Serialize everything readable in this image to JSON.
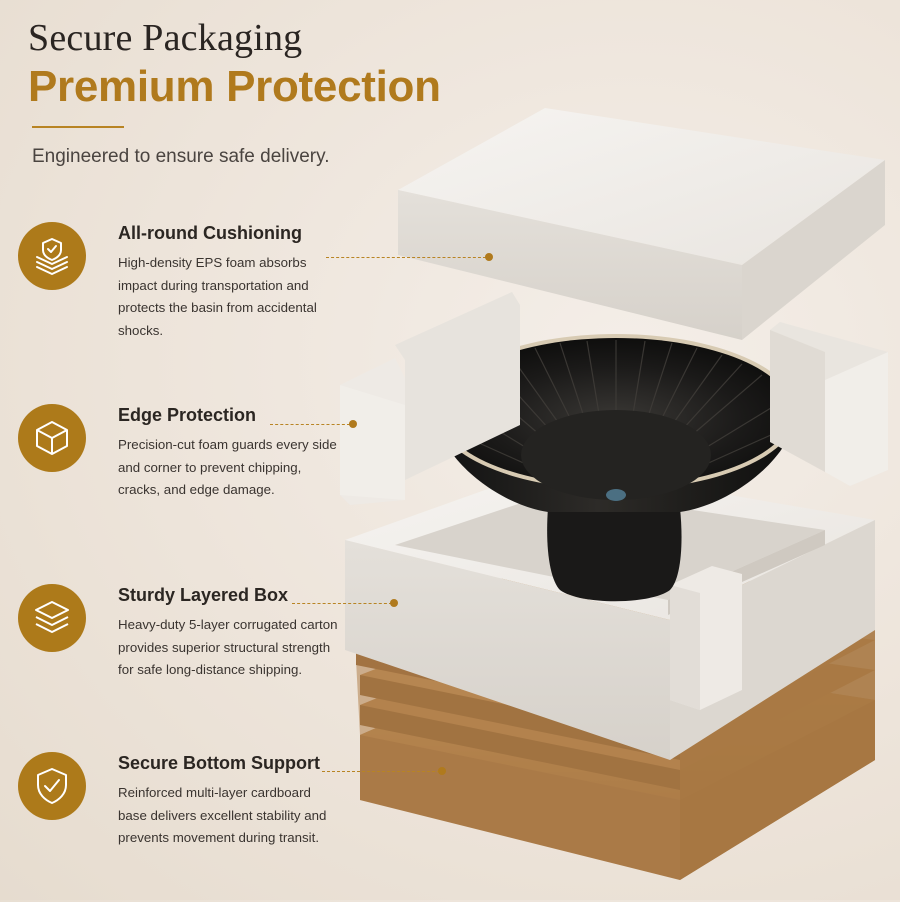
{
  "header": {
    "title_line1": "Secure Packaging",
    "title_line2": "Premium Protection",
    "subtitle": "Engineered to ensure safe delivery."
  },
  "features": [
    {
      "title": "All-round Cushioning",
      "description": "High-density EPS foam absorbs impact during transportation and protects the basin from accidental shocks.",
      "icon": "layered-shield-icon"
    },
    {
      "title": "Edge Protection",
      "description": "Precision-cut foam guards every side and corner to prevent chipping, cracks, and edge damage.",
      "icon": "cube-icon"
    },
    {
      "title": "Sturdy Layered Box",
      "description": "Heavy-duty 5-layer corrugated carton provides superior structural strength for safe long-distance shipping.",
      "icon": "layers-icon"
    },
    {
      "title": "Secure Bottom Support",
      "description": "Reinforced multi-layer cardboard base delivers excellent stability and prevents movement during transit.",
      "icon": "shield-check-icon"
    }
  ],
  "colors": {
    "accent": "#b07a1d",
    "background": "#ede4da",
    "foam": "#f2efeb",
    "cardboard": "#b98b55",
    "basin": "#1f1e1c"
  }
}
